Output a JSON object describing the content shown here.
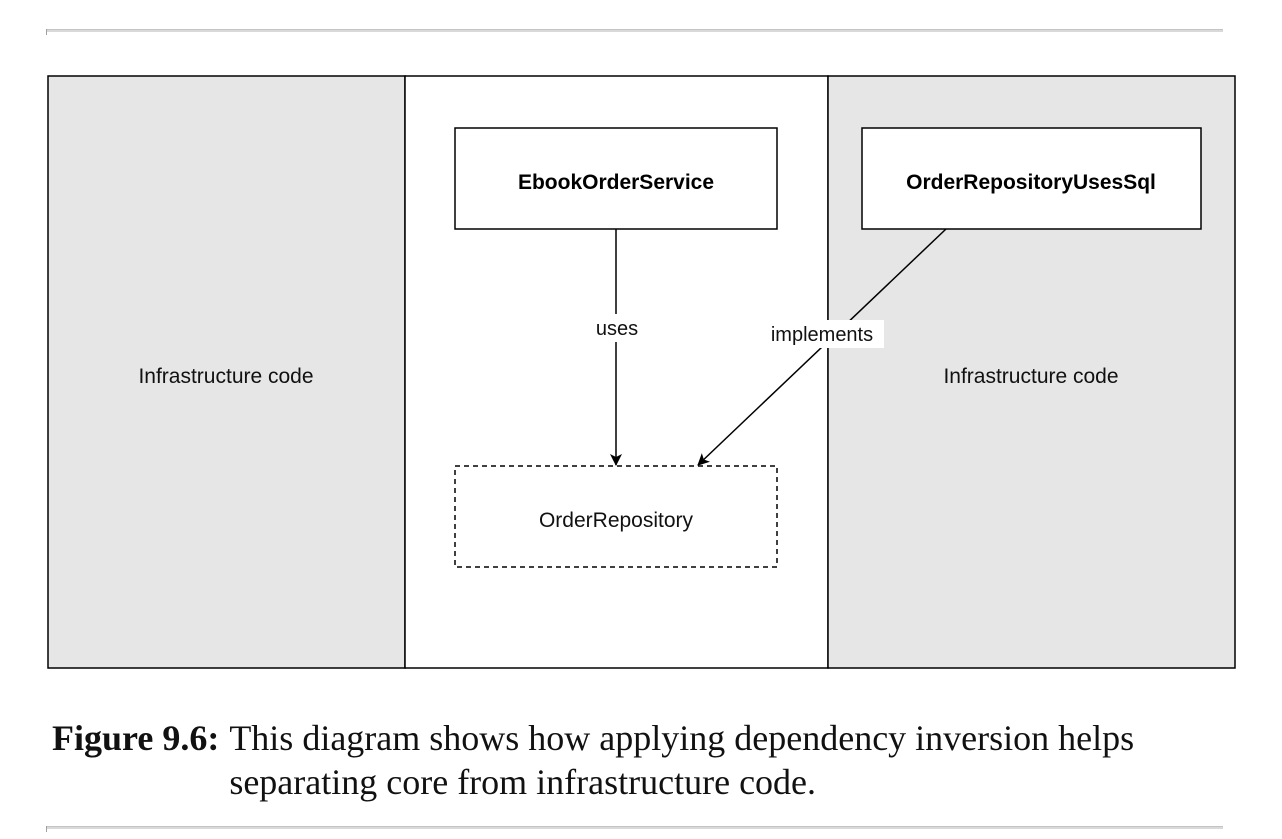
{
  "diagram": {
    "left_zone_label": "Infrastructure code",
    "right_zone_label": "Infrastructure code",
    "nodes": {
      "service": "EbookOrderService",
      "sql_repo": "OrderRepositoryUsesSql",
      "interface": "OrderRepository"
    },
    "edges": {
      "uses": "uses",
      "implements": "implements"
    },
    "colors": {
      "infrastructure_fill": "#e6e6e6",
      "core_fill": "#ffffff",
      "stroke": "#000000"
    }
  },
  "caption": {
    "label": "Figure 9.6:",
    "text": "This diagram shows how applying dependency inversion helps separating core from infrastructure code."
  }
}
